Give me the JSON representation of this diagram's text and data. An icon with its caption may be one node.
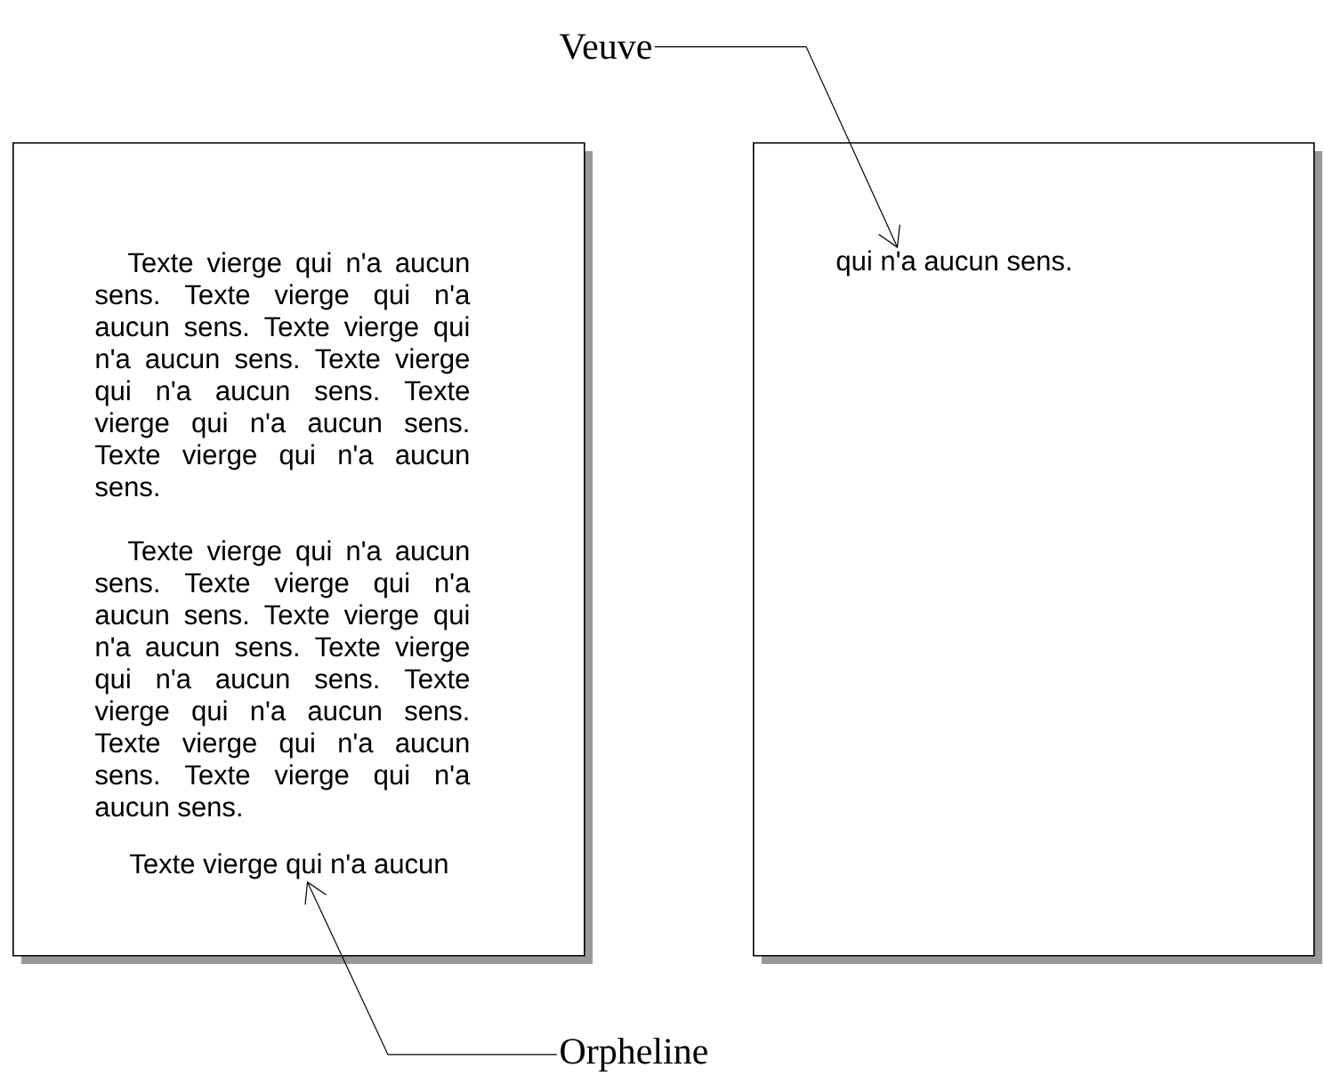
{
  "diagram": {
    "nodes": [
      {
        "text": [
          "Veuve"
        ]
      },
      {
        "text": [
          "Texte vierge qui n'a aucun sens. Texte vierge qui n'a aucun sens. Texte vierge qui n'a aucun sens. Texte vierge qui n'a aucun sens. Texte vierge qui n'a aucun sens. Texte vierge qui n'a aucun sens.",
          "Texte vierge qui n'a aucun sens. Texte vierge qui n'a aucun sens. Texte vierge qui n'a aucun sens. Texte vierge qui n'a aucun sens. Texte vierge qui n'a aucun sens. Texte vierge qui n'a aucun sens. Texte vierge qui n'a aucun sens."
        ]
      },
      {
        "text": [
          "Texte vierge qui n'a aucun"
        ],
        "in": 1
      },
      {
        "text": [],
        "shape": "box"
      },
      {
        "text": [
          "qui n'a aucun sens."
        ],
        "in": 3
      },
      {
        "text": [
          "Orpheline"
        ]
      }
    ],
    "edges": [
      {
        "from": 0,
        "to": 4,
        "arrow": "to"
      },
      {
        "from": 5,
        "to": 2,
        "arrow": "to"
      }
    ]
  }
}
